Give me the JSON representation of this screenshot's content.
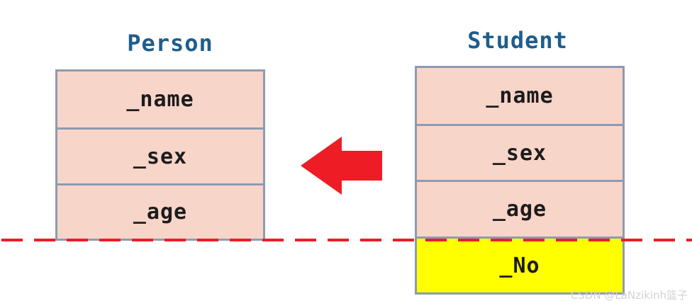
{
  "person": {
    "title": "Person",
    "fields": [
      "_name",
      "_sex",
      "_age"
    ]
  },
  "student": {
    "title": "Student",
    "fields": [
      "_name",
      "_sex",
      "_age"
    ],
    "extra_field": "_No"
  },
  "colors": {
    "title_text": "#1f5d8b",
    "cell_fill": "#f8d5c9",
    "cell_border": "#8d9bb2",
    "extra_fill": "#ffff00",
    "arrow": "#ee1c25",
    "cut_line": "#ee1c25"
  },
  "arrow_icon": "left-arrow-icon",
  "watermark": "CSDN @LaNzikinh篮子"
}
